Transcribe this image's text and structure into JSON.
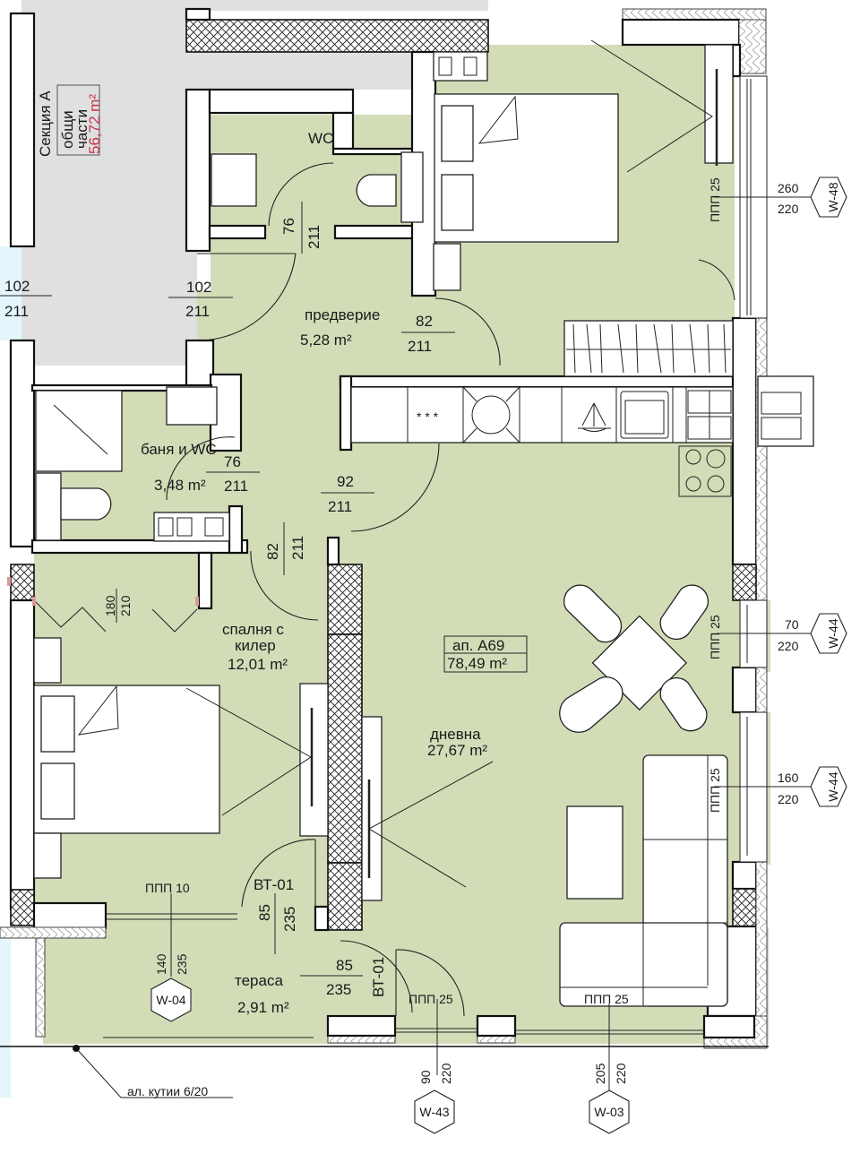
{
  "apartment": {
    "id": "ап. А69",
    "area": "78,49 m²"
  },
  "common_area": {
    "section": "Секция А",
    "label1": "общи",
    "label2": "части",
    "area": "56,72 m²"
  },
  "rooms": {
    "wc": {
      "name": "WC"
    },
    "hall": {
      "name": "предверие",
      "area": "5,28 m²"
    },
    "bath": {
      "name": "баня и WC",
      "area": "3,48 m²"
    },
    "bedroom": {
      "name1": "спалня с",
      "name2": "килер",
      "area": "12,01 m²"
    },
    "living": {
      "name": "дневна",
      "area": "27,67 m²"
    },
    "terrace": {
      "name": "тераса",
      "area": "2,91 m²"
    }
  },
  "doors": {
    "entrance_left": {
      "w": "102",
      "h": "211"
    },
    "entrance": {
      "w": "102",
      "h": "211"
    },
    "wc": {
      "w": "76",
      "h": "211"
    },
    "bedroom_top": {
      "w": "82",
      "h": "211"
    },
    "bath": {
      "w": "76",
      "h": "211"
    },
    "living": {
      "w": "92",
      "h": "211"
    },
    "bedroom": {
      "w": "82",
      "h": "211"
    },
    "closet": {
      "w": "180",
      "h": "210"
    },
    "terrace_bedroom": {
      "code": "ВТ-01",
      "w": "85",
      "h": "235"
    },
    "terrace_living": {
      "code": "ВТ-01",
      "w": "85",
      "h": "235"
    }
  },
  "windows": {
    "w48": {
      "tag": "W-48",
      "w": "260",
      "h": "220",
      "sill": "ППП 25"
    },
    "w44a": {
      "tag": "W-44",
      "w": "70",
      "h": "220",
      "sill": "ППП 25"
    },
    "w44b": {
      "tag": "W-44",
      "w": "160",
      "h": "220",
      "sill": "ППП 25"
    },
    "w04": {
      "tag": "W-04",
      "w": "140",
      "h": "235",
      "sill": "ППП 10"
    },
    "w43": {
      "tag": "W-43",
      "w": "90",
      "h": "220",
      "sill": "ППП 25"
    },
    "w03": {
      "tag": "W-03",
      "w": "205",
      "h": "220",
      "sill": "ППП 25"
    }
  },
  "annotations": {
    "mailboxes": "ал. кутии 6/20"
  },
  "colors": {
    "floor": "#d2ddb8",
    "common": "#e0e0e0",
    "stair": "#e4f6fb",
    "accent_red": "#c8334a"
  }
}
